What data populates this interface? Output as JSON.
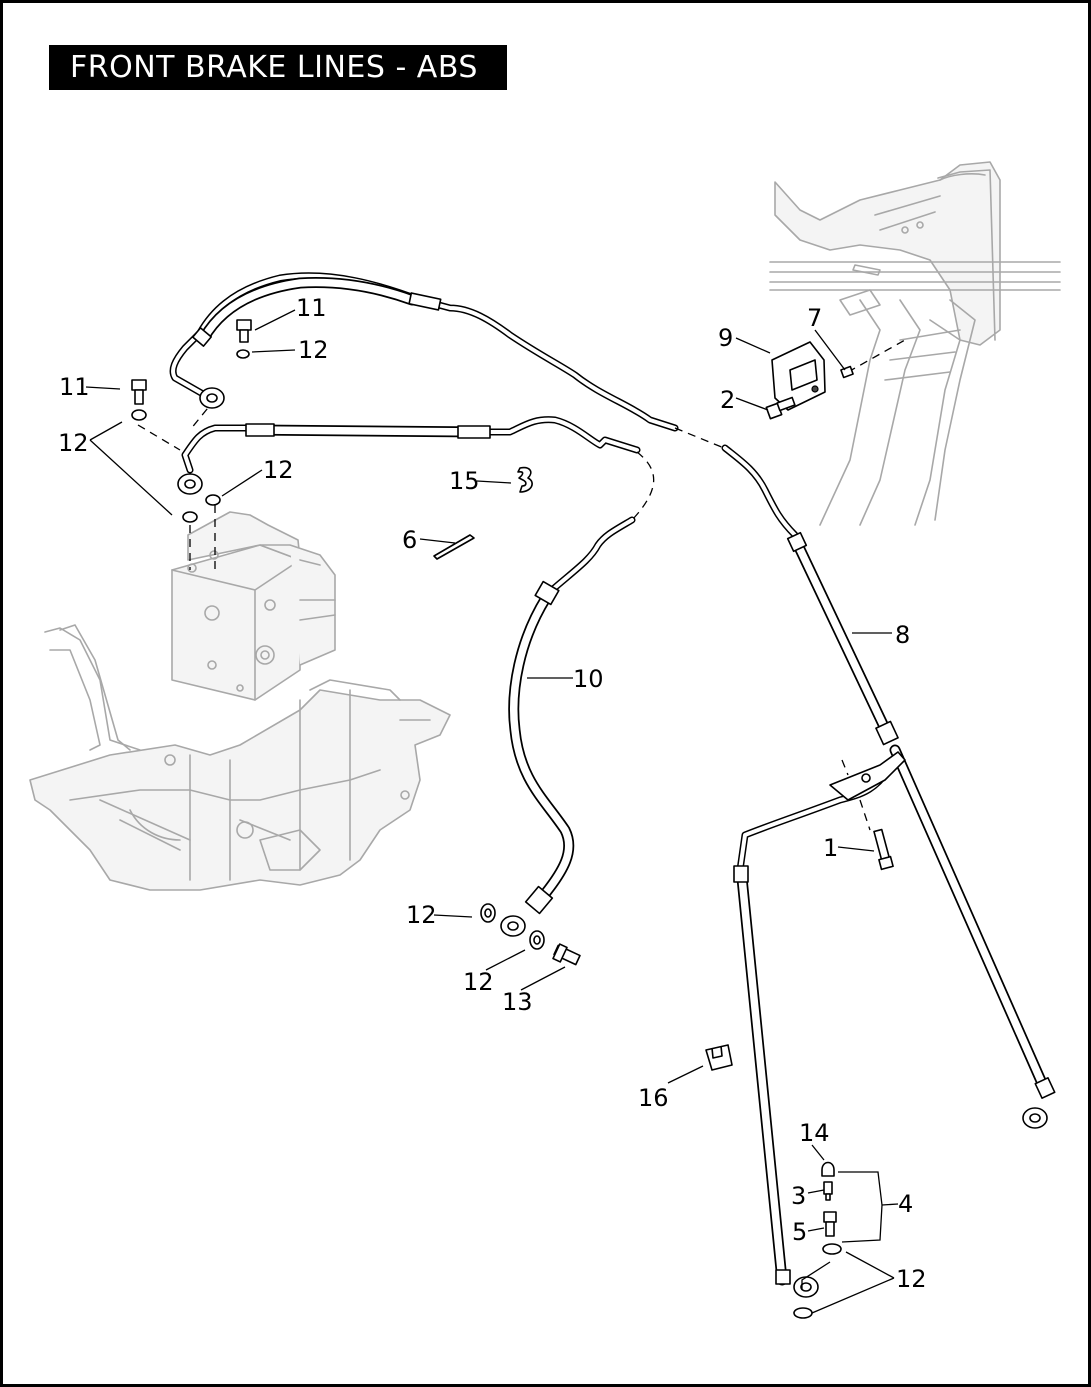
{
  "title": "FRONT BRAKE LINES - ABS",
  "callouts": {
    "c1": "1",
    "c2": "2",
    "c3": "3",
    "c4": "4",
    "c5": "5",
    "c6": "6",
    "c7": "7",
    "c8": "8",
    "c9": "9",
    "c10": "10",
    "c11a": "11",
    "c11b": "11",
    "c12a": "12",
    "c12b": "12",
    "c12c": "12",
    "c12d": "12",
    "c12e": "12",
    "c12f": "12",
    "c13": "13",
    "c14": "14",
    "c15": "15",
    "c16": "16"
  },
  "colors": {
    "line": "#000000",
    "ghost": "#a8a8a8",
    "title_bg": "#000000",
    "title_text": "#ffffff"
  }
}
